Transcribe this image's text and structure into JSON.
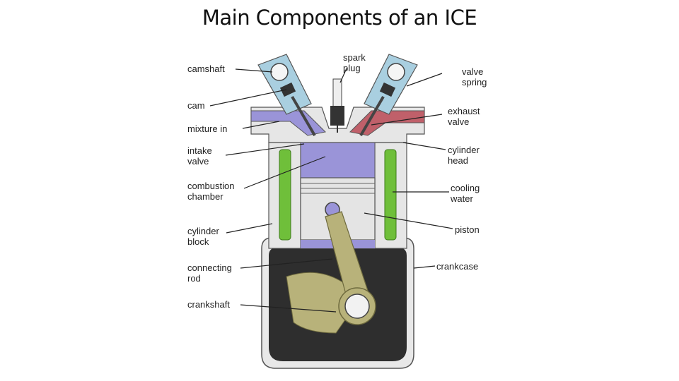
{
  "title": "Main Components of an ICE",
  "labels": {
    "camshaft": "camshaft",
    "cam": "cam",
    "mixture_in": "mixture in",
    "intake_valve_1": "intake",
    "intake_valve_2": "valve",
    "combustion_chamber_1": "combustion",
    "combustion_chamber_2": "chamber",
    "cylinder_block_1": "cylinder",
    "cylinder_block_2": "block",
    "connecting_rod_1": "connecting",
    "connecting_rod_2": "rod",
    "crankshaft": "crankshaft",
    "spark_plug_1": "spark",
    "spark_plug_2": "plug",
    "valve_spring_1": "valve",
    "valve_spring_2": "spring",
    "exhaust_valve_1": "exhaust",
    "exhaust_valve_2": "valve",
    "cylinder_head_1": "cylinder",
    "cylinder_head_2": "head",
    "cooling_water_1": "cooling",
    "cooling_water_2": "water",
    "piston": "piston",
    "crankcase": "crankcase"
  },
  "colors": {
    "intake_mixture": "#9a94d8",
    "exhaust_gas": "#c0606a",
    "coolant": "#6fbf3a",
    "camshaft_housing": "#a9cfe0",
    "block": "#e6e6e6",
    "crankcase": "#2e2e2e",
    "rod": "#b8b27a"
  }
}
